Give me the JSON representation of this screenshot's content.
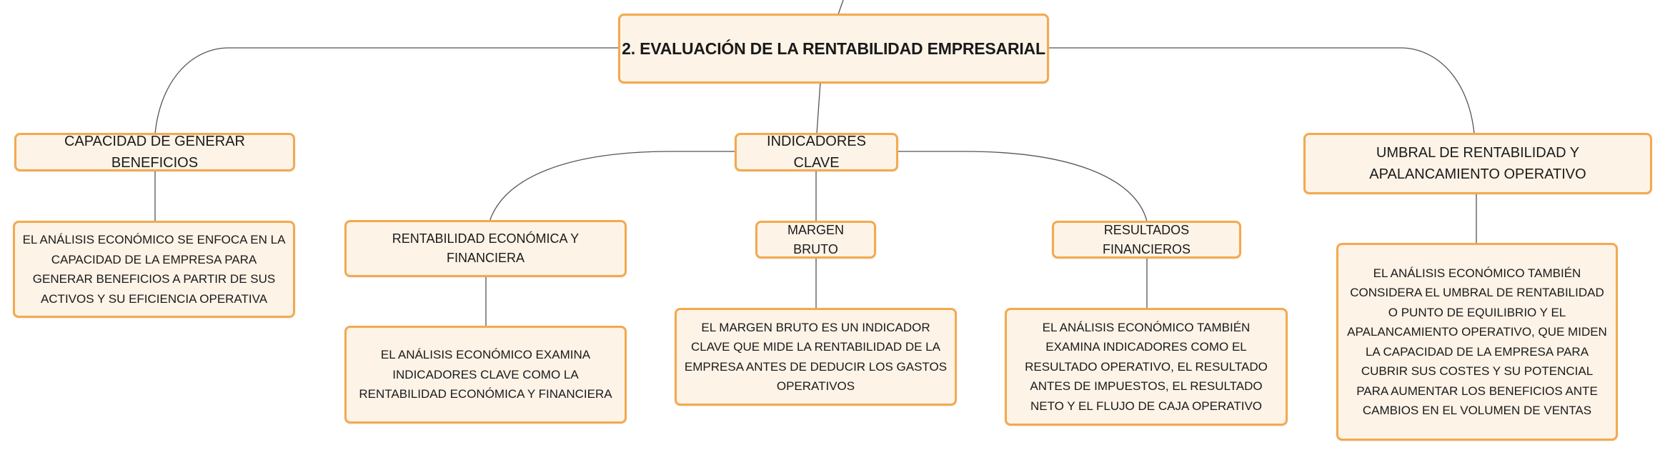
{
  "mindmap": {
    "root": {
      "label": "2. EVALUACIÓN DE LA RENTABILIDAD EMPRESARIAL"
    },
    "branches": {
      "capacidad": {
        "label": "CAPACIDAD DE GENERAR BENEFICIOS",
        "detail": "EL ANÁLISIS ECONÓMICO SE ENFOCA EN LA CAPACIDAD DE LA EMPRESA PARA GENERAR BENEFICIOS A PARTIR DE SUS ACTIVOS Y SU EFICIENCIA OPERATIVA"
      },
      "indicadores": {
        "label": "INDICADORES CLAVE",
        "children": {
          "rentabilidad": {
            "label": "RENTABILIDAD ECONÓMICA Y FINANCIERA",
            "detail": "EL ANÁLISIS ECONÓMICO EXAMINA INDICADORES CLAVE COMO LA RENTABILIDAD ECONÓMICA Y FINANCIERA"
          },
          "margen": {
            "label": "MARGEN BRUTO",
            "detail": "EL MARGEN BRUTO ES UN INDICADOR CLAVE QUE MIDE LA RENTABILIDAD DE LA EMPRESA ANTES DE DEDUCIR LOS GASTOS OPERATIVOS"
          },
          "resultados": {
            "label": "RESULTADOS FINANCIEROS",
            "detail": "EL ANÁLISIS ECONÓMICO TAMBIÉN EXAMINA INDICADORES COMO EL RESULTADO OPERATIVO, EL RESULTADO ANTES DE IMPUESTOS, EL RESULTADO NETO Y EL FLUJO DE CAJA OPERATIVO"
          }
        }
      },
      "umbral": {
        "label": "UMBRAL DE RENTABILIDAD Y APALANCAMIENTO OPERATIVO",
        "detail": "EL ANÁLISIS ECONÓMICO TAMBIÉN CONSIDERA EL UMBRAL DE RENTABILIDAD O PUNTO DE EQUILIBRIO Y EL APALANCAMIENTO OPERATIVO, QUE MIDEN LA CAPACIDAD DE LA EMPRESA PARA CUBRIR SUS COSTES Y SU POTENCIAL PARA AUMENTAR LOS BENEFICIOS ANTE CAMBIOS EN EL VOLUMEN DE VENTAS"
      }
    }
  },
  "colors": {
    "node_fill": "#fdf3e7",
    "node_border": "#f4a94e",
    "connector": "#555555"
  }
}
